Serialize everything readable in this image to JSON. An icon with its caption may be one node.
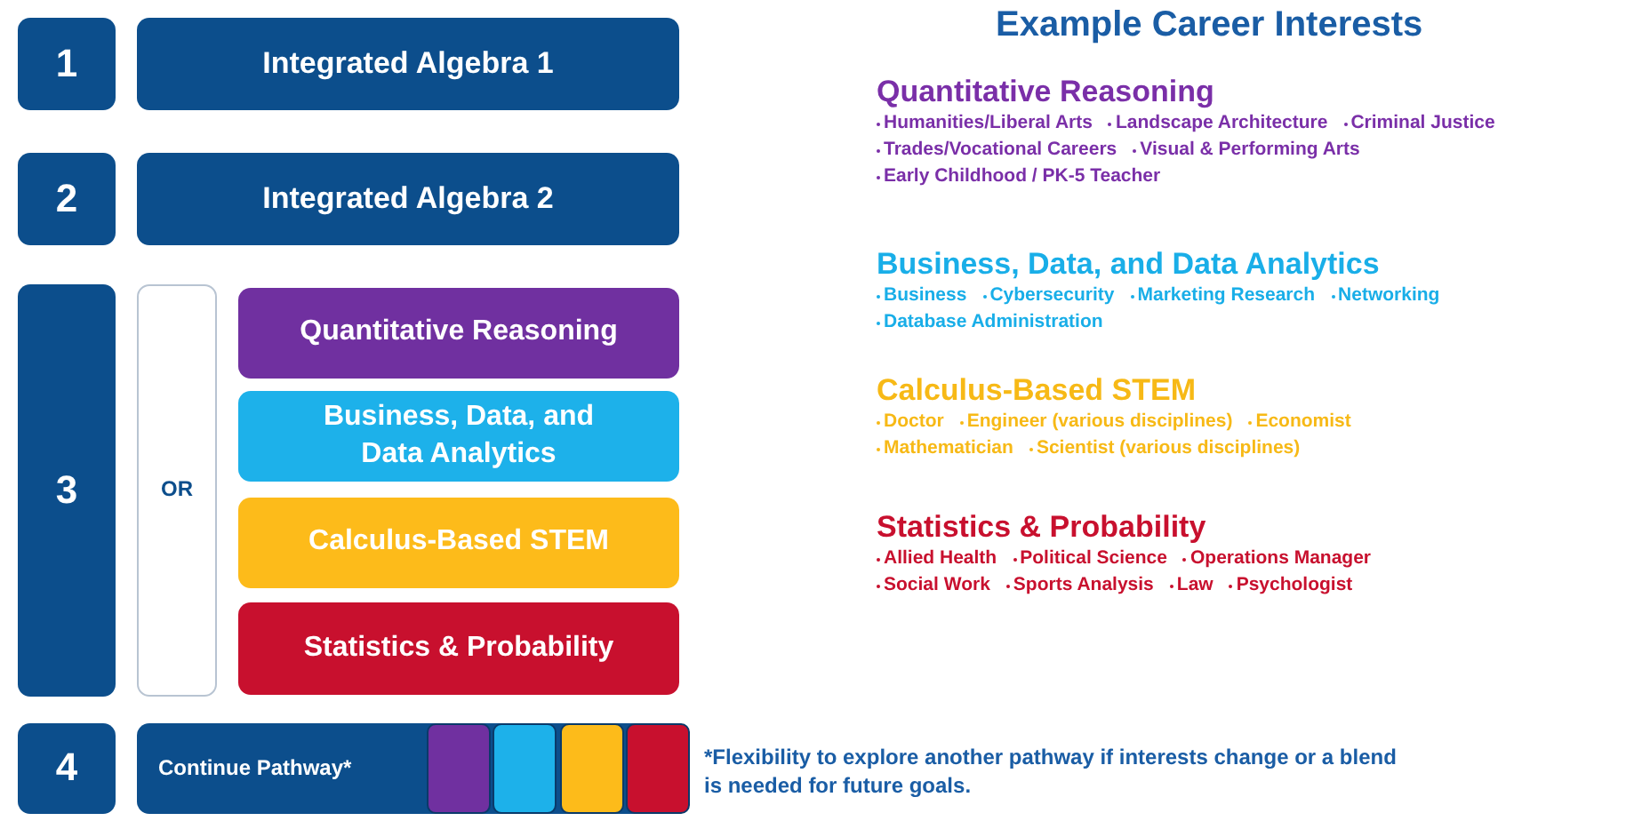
{
  "diagram": {
    "title": "Example Career Interests",
    "nodes": [
      {
        "text": [
          "1"
        ]
      },
      {
        "text": [
          "Integrated Algebra 1"
        ]
      },
      {
        "text": [
          "2"
        ]
      },
      {
        "text": [
          "Integrated Algebra 2"
        ]
      },
      {
        "text": [
          "3"
        ]
      },
      {
        "text": [
          "OR"
        ]
      },
      {
        "text": [
          "Quantitative Reasoning"
        ]
      },
      {
        "text": [
          "Business, Data, and Data Analytics"
        ]
      },
      {
        "text": [
          "Calculus-Based STEM"
        ]
      },
      {
        "text": [
          "Statistics & Probability"
        ]
      },
      {
        "text": [
          "4"
        ]
      },
      {
        "text": [
          "Continue Pathway*"
        ]
      },
      {
        "text": [],
        "shape": "box",
        "in": 11
      },
      {
        "text": [],
        "shape": "box",
        "in": 11
      },
      {
        "text": [],
        "shape": "box",
        "in": 11
      },
      {
        "text": [],
        "shape": "box",
        "in": 11
      }
    ],
    "labels": [
      "Quantitative Reasoning",
      "Humanities/Liberal Arts",
      "Landscape Architecture",
      "Criminal Justice",
      "Trades/Vocational Careers",
      "Visual & Performing Arts",
      "Early Childhood / PK-5 Teacher",
      "Business, Data, and Data Analytics",
      "Business",
      "Cybersecurity",
      "Marketing Research",
      "Networking",
      "Database Administration",
      "Calculus-Based STEM",
      "Doctor",
      "Engineer (various disciplines)",
      "Economist",
      "Mathematician",
      "Scientist (various disciplines)",
      "Statistics & Probability",
      "Allied Health",
      "Political Science",
      "Operations Manager",
      "Social Work",
      "Sports Analysis",
      "Law",
      "Psychologist",
      "*Flexibility to explore another pathway if interests change or a blend is needed for future goals."
    ]
  }
}
